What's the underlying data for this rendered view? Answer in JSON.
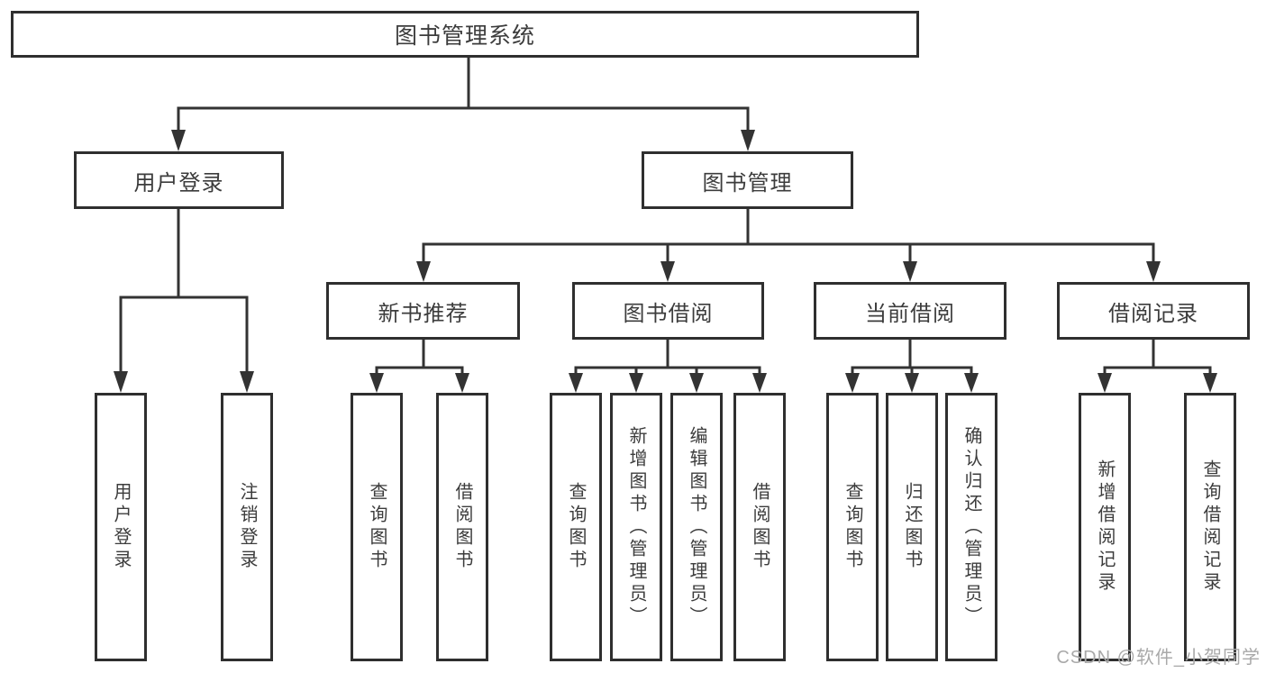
{
  "colors": {
    "line": "#333333",
    "box_border": "#2f2f2f",
    "text": "#3c3c3c",
    "background": "#ffffff",
    "watermark": "#a9a9a9"
  },
  "tree": {
    "root": {
      "label": "图书管理系统"
    },
    "branches": [
      {
        "label": "用户登录",
        "children": [
          "用户登录",
          "注销登录"
        ]
      },
      {
        "label": "图书管理",
        "children": [
          {
            "label": "新书推荐",
            "children": [
              "查询图书",
              "借阅图书"
            ]
          },
          {
            "label": "图书借阅",
            "children": [
              "查询图书",
              "新增图书（管理员）",
              "编辑图书（管理员）",
              "借阅图书"
            ]
          },
          {
            "label": "当前借阅",
            "children": [
              "查询图书",
              "归还图书",
              "确认归还（管理员）"
            ]
          },
          {
            "label": "借阅记录",
            "children": [
              "新增借阅记录",
              "查询借阅记录"
            ]
          }
        ]
      }
    ]
  },
  "watermark": "CSDN @软件_小贺同学"
}
